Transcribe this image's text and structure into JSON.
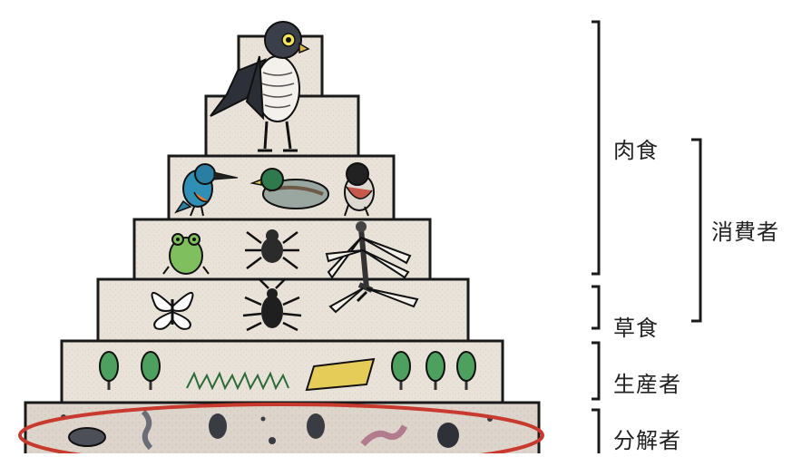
{
  "labels": {
    "carnivore": "肉食",
    "herbivore": "草食",
    "consumer": "消費者",
    "producer": "生産者",
    "decomposer": "分解者"
  }
}
